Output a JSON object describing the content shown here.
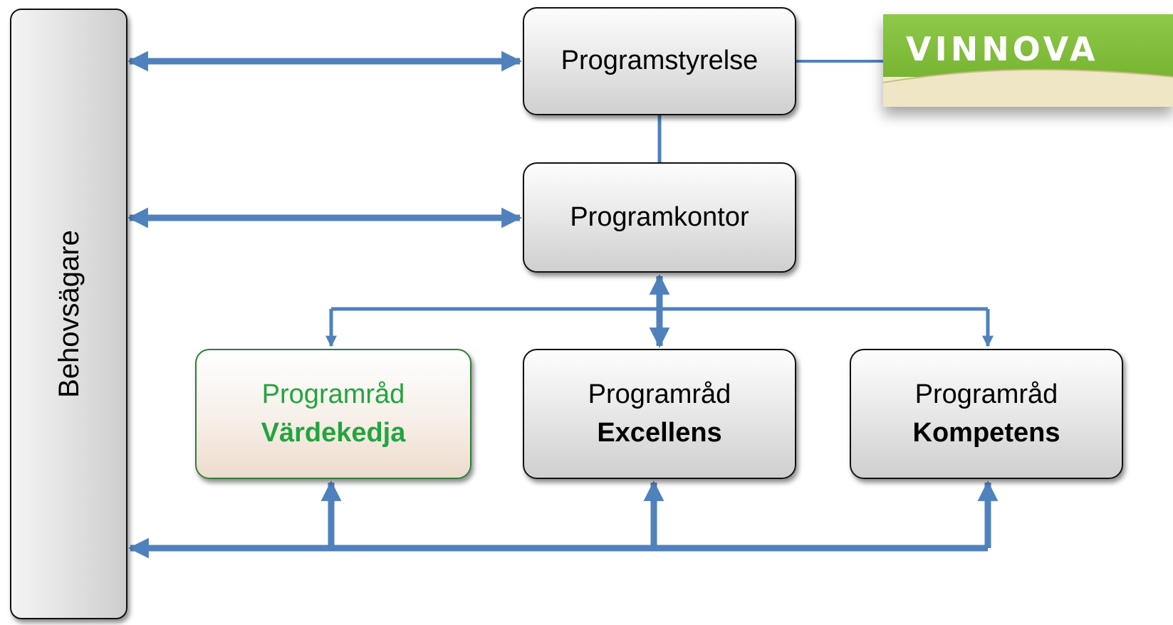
{
  "diagram": {
    "behovsagare": {
      "label": "Behovsägare"
    },
    "programstyrelse": {
      "label": "Programstyrelse"
    },
    "programkontor": {
      "label": "Programkontor"
    },
    "programrad_vardekedja": {
      "line1": "Programråd",
      "line2": "Värdekedja"
    },
    "programrad_excellens": {
      "line1": "Programråd",
      "line2": "Excellens"
    },
    "programrad_kompetens": {
      "line1": "Programråd",
      "line2": "Kompetens"
    },
    "logo": {
      "text": "VINNOVA"
    }
  },
  "colors": {
    "connector": "#4f81bd",
    "highlight_text": "#22a53f",
    "highlight_border": "#2f7d3b",
    "logo_green": "#7cb936",
    "logo_cream": "#efe6c6"
  }
}
